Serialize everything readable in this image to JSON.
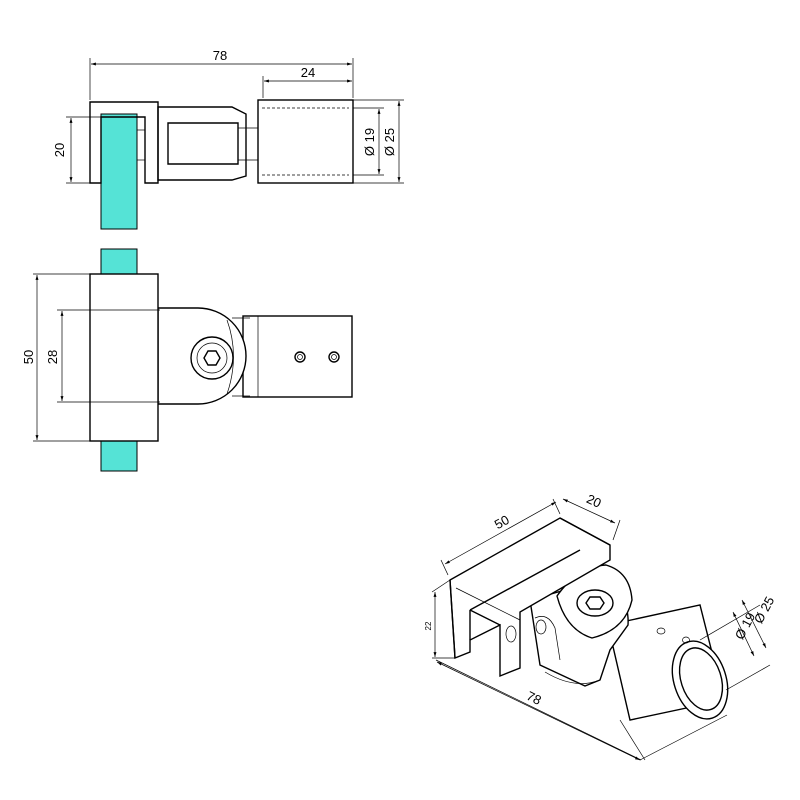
{
  "colors": {
    "glass": "#55e3d6",
    "glass_top": "#bfeeea",
    "line": "#000000"
  },
  "top_view": {
    "overall_length": "78",
    "tube_length": "24",
    "inner_diameter": "Ø 19",
    "outer_diameter": "Ø 25",
    "clamp_width": "20"
  },
  "front_view": {
    "clamp_height": "50",
    "hinge_height": "28"
  },
  "iso_view": {
    "clamp_length": "50",
    "clamp_depth": "20",
    "outer_diameter": "Ø 25",
    "inner_diameter": "Ø 19",
    "overall_length": "78",
    "height": "22"
  }
}
